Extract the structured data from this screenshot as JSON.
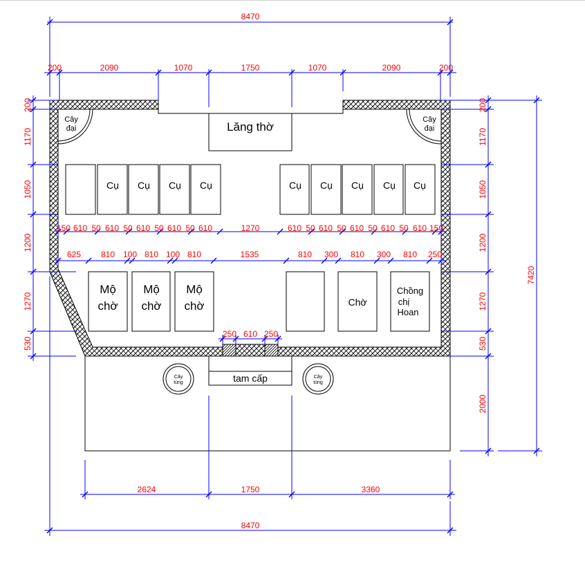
{
  "colors": {
    "dimension_line": "#0000ff",
    "dimension_text": "#ff0000",
    "wall_line": "#000000",
    "background": "#ffffff"
  },
  "dimensions": {
    "overall_top": "8470",
    "overall_bottom": "8470",
    "overall_right": "7420",
    "top_row": [
      "200",
      "2090",
      "1070",
      "1750",
      "1070",
      "2090",
      "200"
    ],
    "left_column": [
      "200",
      "1170",
      "1050",
      "1200",
      "1270",
      "530"
    ],
    "right_column": [
      "200",
      "1170",
      "1050",
      "1200",
      "1270",
      "530",
      "2000"
    ],
    "row_610": [
      "150",
      "610",
      "50",
      "610",
      "50",
      "610",
      "50",
      "610",
      "50",
      "610",
      "1270",
      "610",
      "50",
      "610",
      "50",
      "610",
      "50",
      "610",
      "50",
      "610",
      "150"
    ],
    "row_810": [
      "625",
      "810",
      "100",
      "810",
      "100",
      "810",
      "1535",
      "810",
      "300",
      "810",
      "300",
      "810",
      "250"
    ],
    "door": [
      "250",
      "610",
      "250"
    ],
    "bottom_row": [
      "2624",
      "1750",
      "3360"
    ]
  },
  "labels": {
    "shrine": "Lăng thờ",
    "tree_big_left": [
      "Cây",
      "đại"
    ],
    "tree_big_right": [
      "Cây",
      "đại"
    ],
    "cu_left": [
      "Cụ",
      "Cụ",
      "Cụ",
      "Cụ"
    ],
    "cu_right": [
      "Cụ",
      "Cụ",
      "Cụ",
      "Cụ",
      "Cụ"
    ],
    "mo_cho": [
      [
        "Mộ",
        "chờ"
      ],
      [
        "Mộ",
        "chờ"
      ],
      [
        "Mộ",
        "chờ"
      ]
    ],
    "cho": "Chờ",
    "chong_chi_hoan": [
      "Chồng",
      "chị",
      "Hoan"
    ],
    "steps": "tam cấp",
    "tree_small_left": [
      "Cây",
      "tùng"
    ],
    "tree_small_right": [
      "Cây",
      "tùng"
    ]
  }
}
